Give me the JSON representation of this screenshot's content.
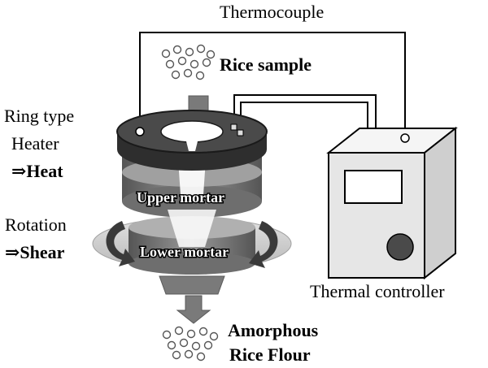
{
  "labels": {
    "thermocouple": "Thermocouple",
    "rice_sample": "Rice sample",
    "ring_type": "Ring type",
    "heater": "Heater",
    "heat": "⇒Heat",
    "upper_mortar": "Upper mortar",
    "rotation": "Rotation",
    "shear": "⇒Shear",
    "lower_mortar": "Lower mortar",
    "thermal_controller": "Thermal controller",
    "amorphous": "Amorphous",
    "rice_flour": "Rice Flour"
  },
  "colors": {
    "arrow": "#7a7a7a",
    "heater_top": "#3a3a3a",
    "mortar": "#8c8c8c",
    "rotation_disc": "#c8c8c8",
    "controller": "#eeeeee"
  }
}
